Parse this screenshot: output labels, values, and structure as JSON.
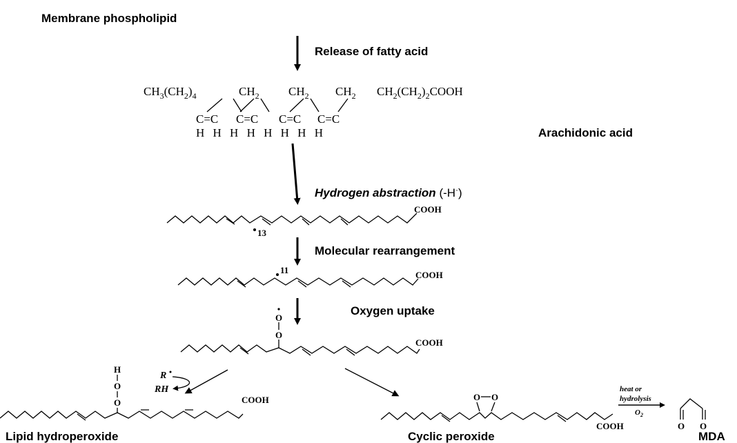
{
  "labels": {
    "membrane_phospholipid": "Membrane phospholipid",
    "release_fatty_acid": "Release of fatty acid",
    "arachidonic_acid": "Arachidonic acid",
    "hydrogen_abstraction": "Hydrogen abstraction",
    "hydrogen_abstraction_suffix": "(-H",
    "hydrogen_abstraction_sup": "·",
    "hydrogen_abstraction_close": ")",
    "molecular_rearrangement": "Molecular rearrangement",
    "oxygen_uptake": "Oxygen uptake",
    "lipid_hydroperoxide": "Lipid hydroperoxide",
    "cyclic_peroxide": "Cyclic peroxide",
    "mda": "MDA"
  },
  "formula": {
    "seg1": "CH",
    "seg1_sub": "3",
    "seg1b": "(CH",
    "seg1b_sub": "2",
    "seg1c": ")",
    "seg1c_sub": "4",
    "ch2": "CH",
    "ch2_sub": "2",
    "tail": "CH",
    "tail_sub": "2",
    "tail_b": "(CH",
    "tail_b_sub": "2",
    "tail_c": ")",
    "tail_c_sub": "2",
    "tail_d": "COOH",
    "double_bond": "C=C",
    "hydrogens": "H H H H H H H H"
  },
  "chem_labels": {
    "cooh": "COOH",
    "radical_13": "13",
    "radical_11": "11",
    "oxygen": "O",
    "hydrogen": "H",
    "r_radical": "R",
    "rh": "RH",
    "heat_or": "heat or",
    "hydrolysis": "hydrolysis",
    "o2": "O",
    "o2_sub": "2"
  }
}
